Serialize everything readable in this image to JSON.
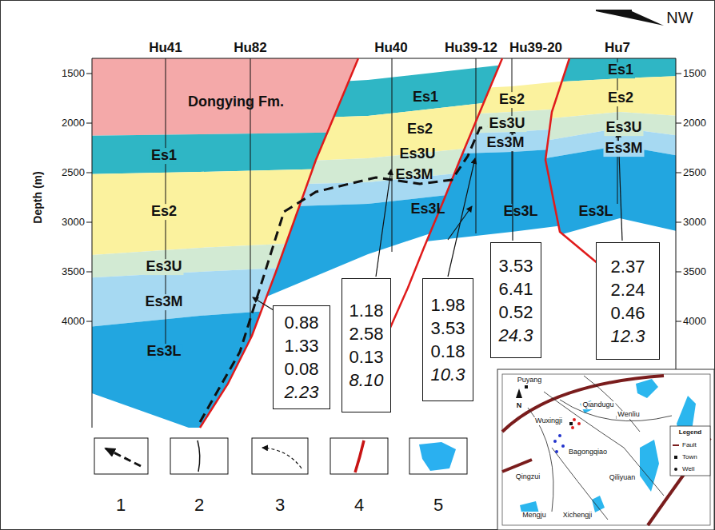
{
  "diagram": {
    "nodes": [
      {
        "text": [
          "0.88",
          "1.33",
          "0.08",
          "2.23"
        ]
      },
      {
        "text": [
          "1.18",
          "2.58",
          "0.13",
          "8.10"
        ]
      },
      {
        "text": [
          "1.98",
          "3.53",
          "0.18",
          "10.3"
        ]
      },
      {
        "text": [
          "3.53",
          "6.41",
          "0.52",
          "24.3"
        ]
      },
      {
        "text": [
          "2.37",
          "2.24",
          "0.46",
          "12.3"
        ]
      }
    ],
    "labels": [
      "NW",
      "Hu41",
      "Hu82",
      "Hu40",
      "Hu39-12",
      "Hu39-20",
      "Hu7",
      "1500",
      "2000",
      "2500",
      "3000",
      "3500",
      "4000",
      "1500",
      "2000",
      "2500",
      "3000",
      "3500",
      "4000",
      "Depth (m)",
      "Dongying Fm.",
      "Es1",
      "Es2",
      "Es3U",
      "Es3M",
      "Es3L",
      "Es1",
      "Es2",
      "Es3U",
      "Es3M",
      "Es3L",
      "Es2",
      "Es3U",
      "Es3M",
      "Es3L",
      "Es1",
      "Es2",
      "Es3U",
      "Es3M",
      "Es3L",
      "Puyang",
      "Qiandugu",
      "Wenliu",
      "Wuxingji",
      "Bagongqiao",
      "Qingzui",
      "Qiliyuan",
      "Mengju",
      "Xichengji",
      "Legend",
      "Fault",
      "Town",
      "Well",
      "N"
    ],
    "legend": [
      {
        "text": "1"
      },
      {
        "text": "2"
      },
      {
        "text": "3"
      },
      {
        "text": "4"
      },
      {
        "text": "5",
        "color": "#2ab0f0"
      }
    ]
  }
}
